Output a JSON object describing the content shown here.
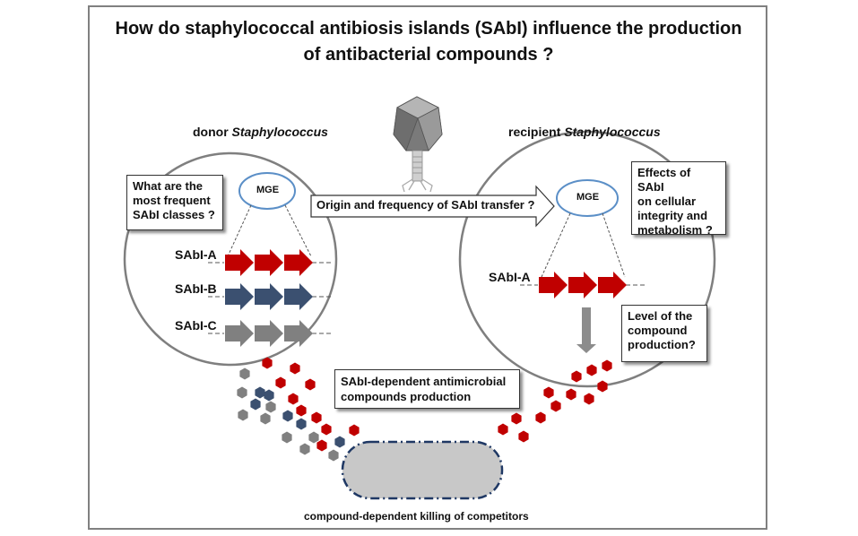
{
  "title_line1": "How do staphylococcal antibiosis islands (SAbI) influence the production",
  "title_line2": "of antibacterial compounds ?",
  "donor_label": "donor ",
  "donor_label_italic": "Staphylococcus",
  "recipient_label": "recipient ",
  "recipient_label_italic": "Staphylococcus",
  "donor_question": [
    "What are the",
    "most frequent",
    "SAbI classes ?"
  ],
  "transfer_question": "Origin and frequency of SAbI transfer ?",
  "effects_question": [
    "Effects of SAbI",
    "on cellular",
    "integrity and",
    "metabolism ?"
  ],
  "level_question": [
    "Level of the",
    "compound",
    "production?"
  ],
  "production_label": [
    "SAbI-dependent antimicrobial",
    "compounds production"
  ],
  "mge_label": "MGE",
  "sabi_a": "SAbI-A",
  "sabi_b": "SAbI-B",
  "sabi_c": "SAbI-C",
  "recipient_sabi": "SAbI-A",
  "killing_label": "compound-dependent killing of competitors",
  "colors": {
    "sabi_a": "#c00000",
    "sabi_b": "#3b5070",
    "sabi_c": "#808080",
    "mge_outline": "#5b8fc7",
    "competitor_fill": "#c8c8c8",
    "competitor_border": "#1f3864"
  }
}
